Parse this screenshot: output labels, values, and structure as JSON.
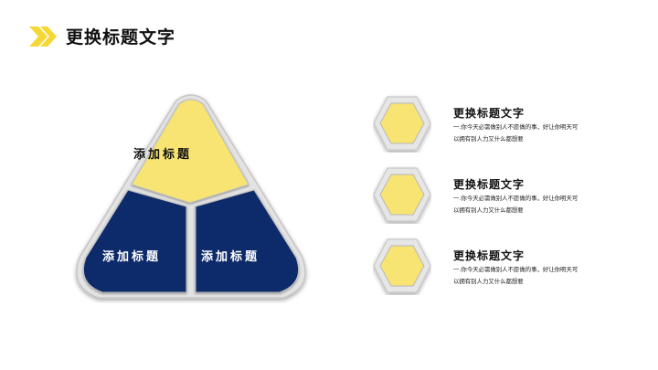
{
  "header": {
    "title": "更换标题文字",
    "icon": "double-arrow-icon",
    "accent_color": "#f5d835"
  },
  "pyramid": {
    "top_label": "添加标题",
    "left_label": "添加标题",
    "right_label": "添加标题",
    "top_color": "#f8e472",
    "bottom_color": "#0e2a6b",
    "frame_color": "#d9d9d9"
  },
  "items": [
    {
      "title": "更换标题文字",
      "desc": "一.你今天必需做别人不愿做的事，好让你明天可以拥有别人力又什么都想要"
    },
    {
      "title": "更换标题文字",
      "desc": "一.你今天必需做别人不愿做的事，好让你明天可以拥有别人力又什么都想要"
    },
    {
      "title": "更换标题文字",
      "desc": "一.你今天必需做别人不愿做的事，好让你明天可以拥有别人力又什么都想要"
    }
  ]
}
